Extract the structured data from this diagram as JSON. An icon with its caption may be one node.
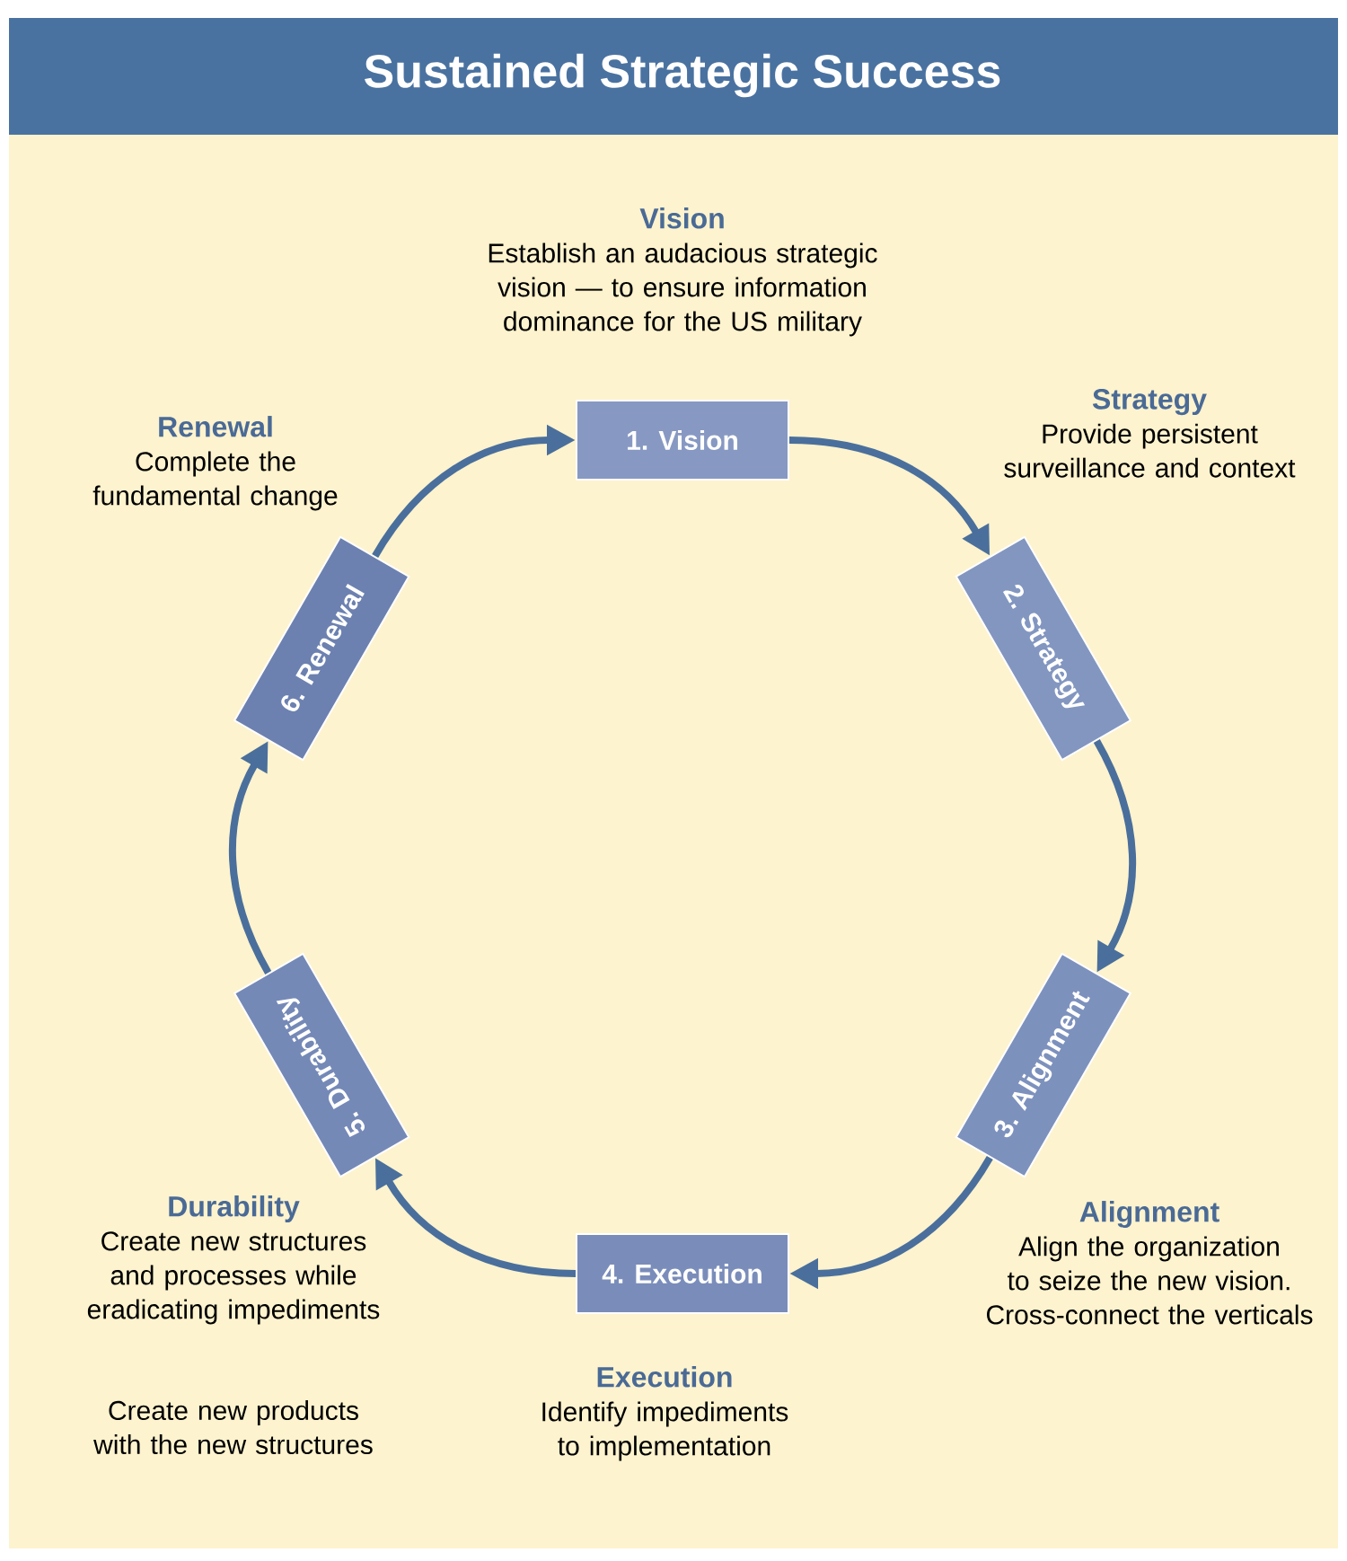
{
  "diagram": {
    "title": "Sustained Strategic Success",
    "nodes": [
      {
        "text": [
          "1. Vision"
        ],
        "beside": [
          "Vision",
          "Establish an audacious strategic vision — to ensure information dominance for the US military"
        ]
      },
      {
        "text": [
          "2. Strategy"
        ],
        "beside": [
          "Strategy",
          "Provide persistent surveillance and context"
        ]
      },
      {
        "text": [
          "3. Alignment"
        ],
        "beside": [
          "Alignment",
          "Align the organization to seize the new vision. Cross-connect the verticals"
        ]
      },
      {
        "text": [
          "4. Execution"
        ],
        "beside": [
          "Execution",
          "Identify impediments to implementation"
        ]
      },
      {
        "text": [
          "5. Durability"
        ],
        "beside": [
          "Durability",
          "Create new structures and processes while eradicating impediments",
          "Create new products with the new structures"
        ]
      },
      {
        "text": [
          "6. Renewal"
        ],
        "beside": [
          "Renewal",
          "Complete the fundamental change"
        ]
      }
    ],
    "edges": [
      {
        "from": 0,
        "to": 1,
        "arrow": "to"
      },
      {
        "from": 1,
        "to": 2,
        "arrow": "to"
      },
      {
        "from": 2,
        "to": 3,
        "arrow": "to"
      },
      {
        "from": 3,
        "to": 4,
        "arrow": "to"
      },
      {
        "from": 4,
        "to": 5,
        "arrow": "to"
      },
      {
        "from": 5,
        "to": 0,
        "arrow": "to"
      }
    ]
  }
}
